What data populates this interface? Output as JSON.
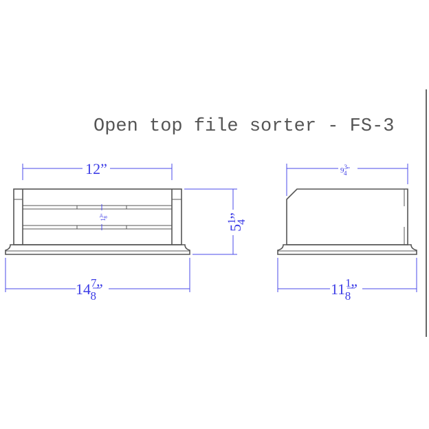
{
  "title": "Open top file sorter - FS-3",
  "colors": {
    "dimension": "#3c3ce6",
    "outline": "#555555"
  },
  "front_view": {
    "inner_width": {
      "whole": "12",
      "unit": "”"
    },
    "slot_spacing": {
      "whole": "1",
      "num": "3",
      "den": "8",
      "unit": "\""
    },
    "height": {
      "whole": "5",
      "num": "1",
      "den": "4",
      "unit": "”"
    },
    "overall_width": {
      "whole": "14",
      "num": "7",
      "den": "8",
      "unit": "”"
    }
  },
  "side_view": {
    "inner_depth": {
      "whole": "9",
      "num": "3",
      "den": "4",
      "unit": "\""
    },
    "overall_depth": {
      "whole": "11",
      "num": "1",
      "den": "8",
      "unit": "”"
    }
  }
}
